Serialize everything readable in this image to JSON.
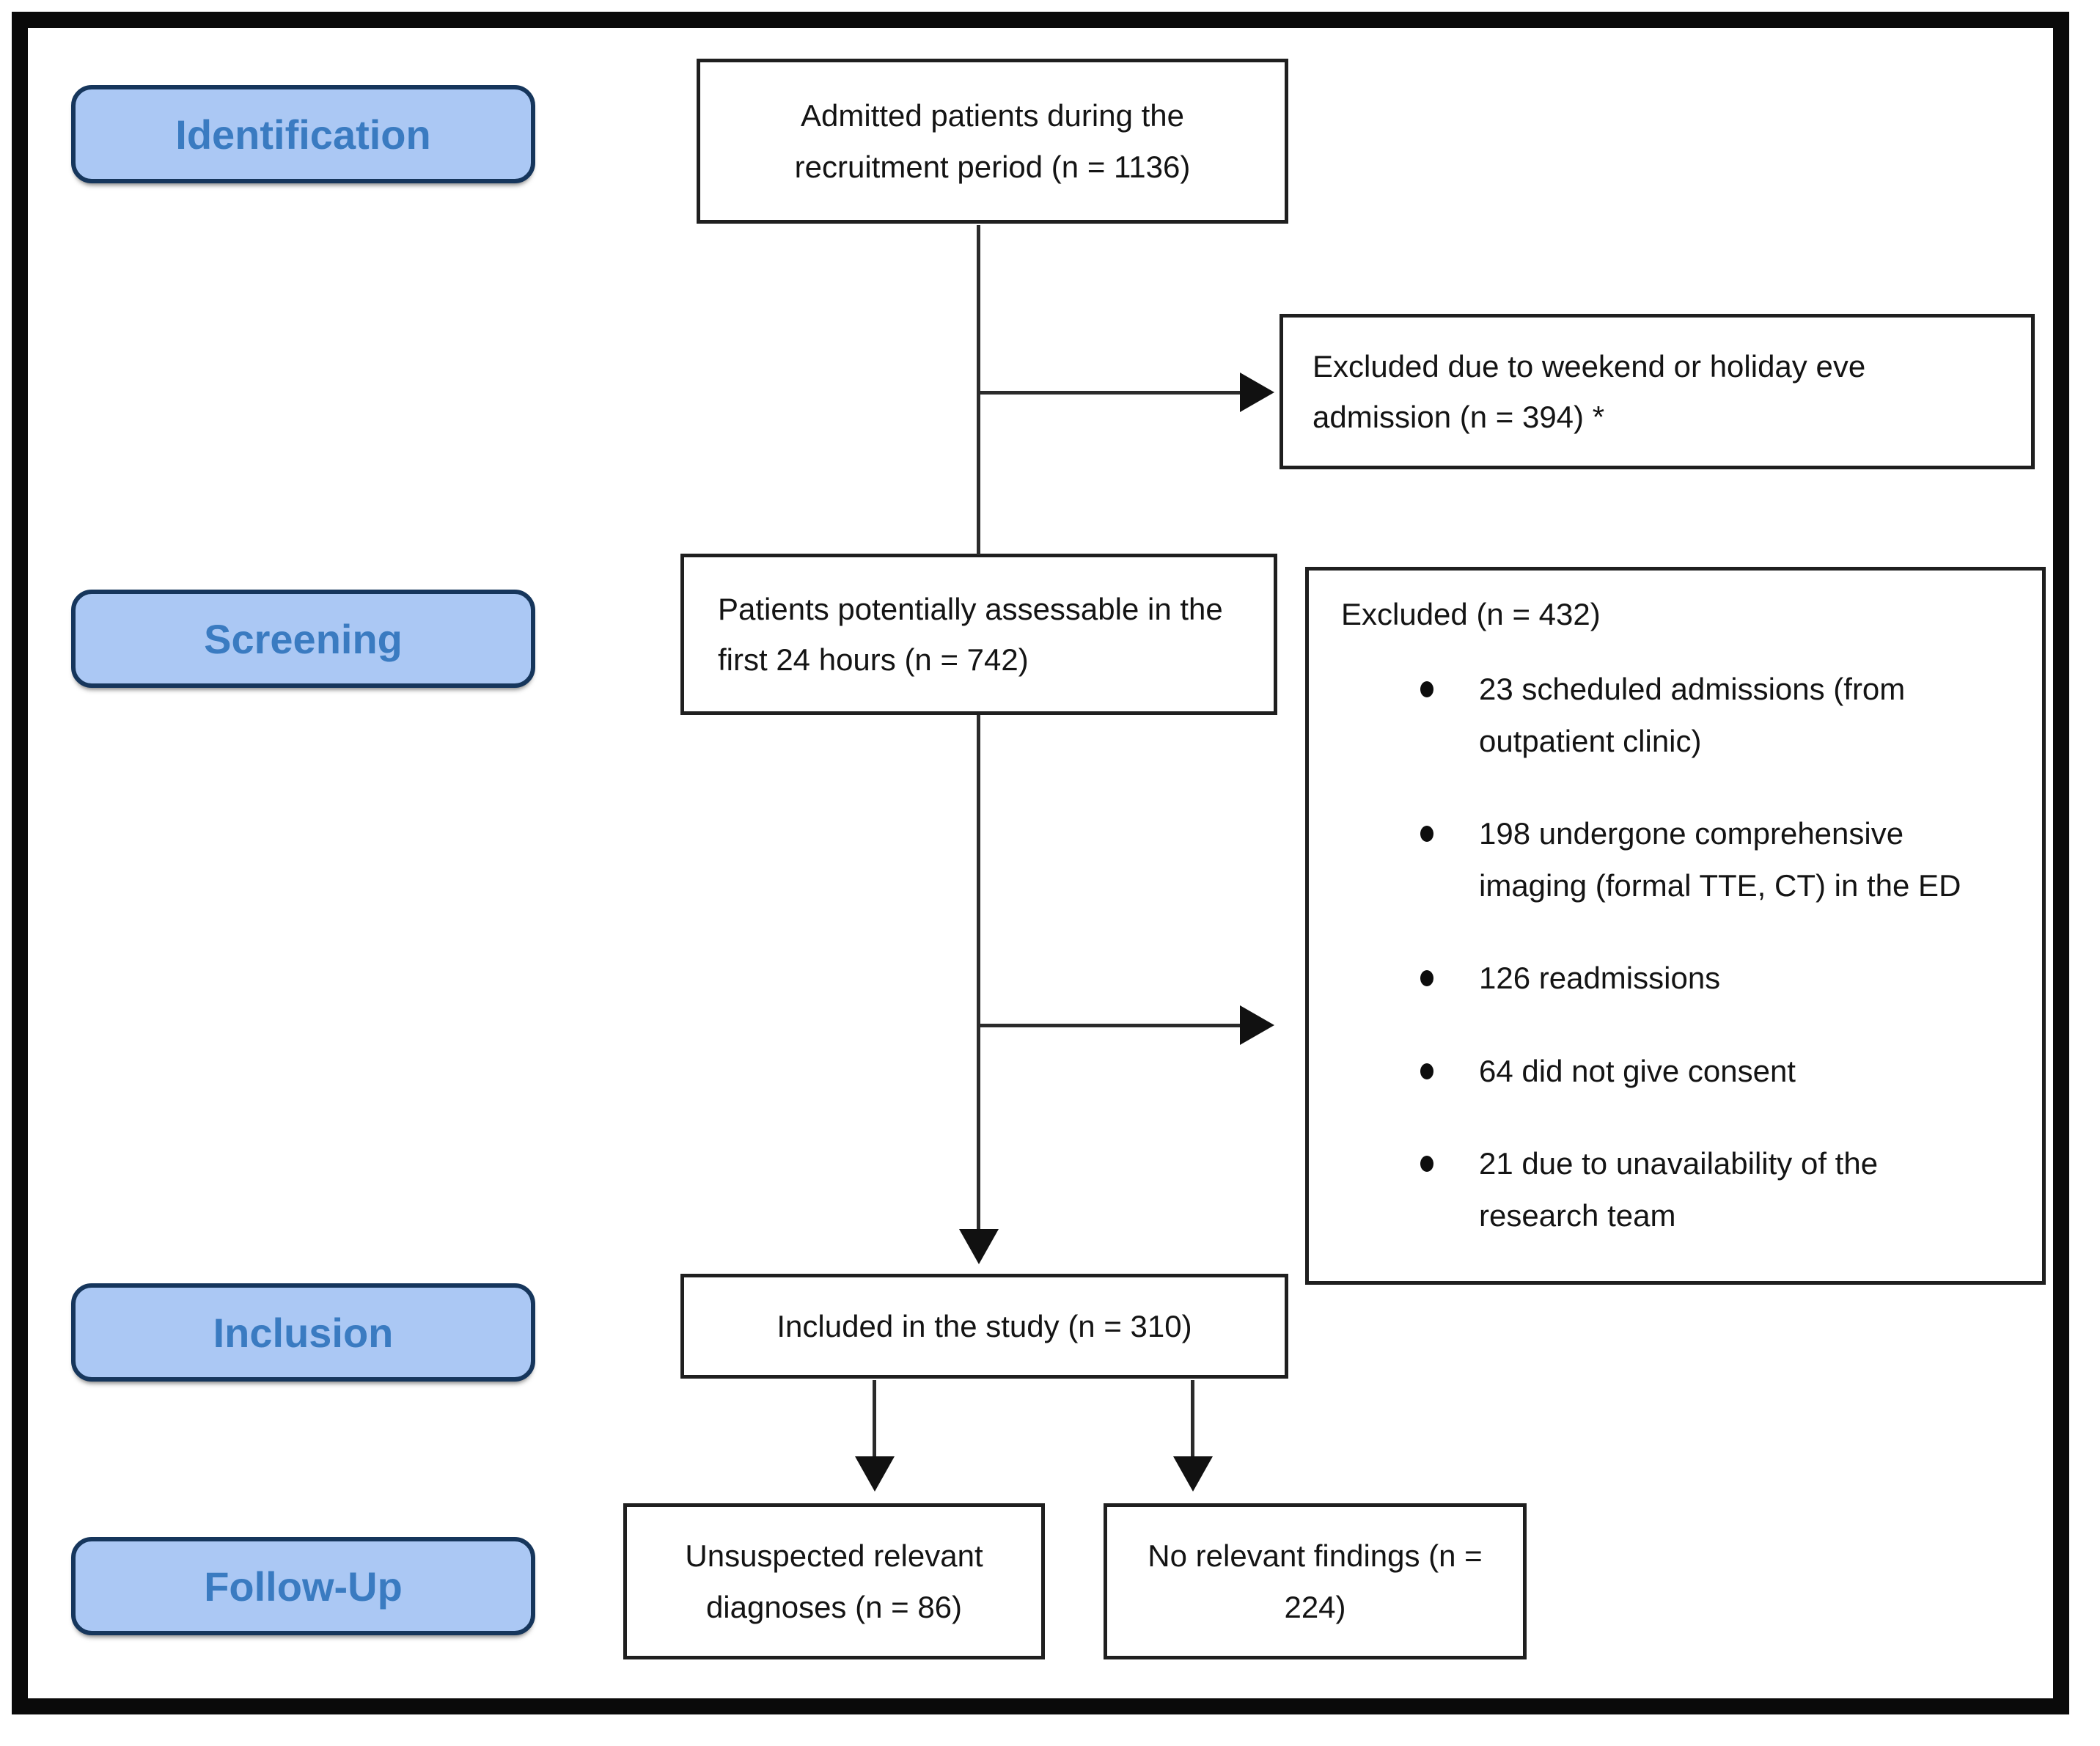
{
  "figure": {
    "type": "study-flow-diagram",
    "stages": [
      {
        "label": "Identification"
      },
      {
        "label": "Screening"
      },
      {
        "label": "Inclusion"
      },
      {
        "label": "Follow-Up"
      }
    ],
    "nodes": {
      "admitted": {
        "text": "Admitted patients during the recruitment period (n = 1136)"
      },
      "excluded_weekend": {
        "text": "Excluded due to weekend or holiday eve admission (n = 394) *"
      },
      "assessable": {
        "text": "Patients potentially assessable in the first 24 hours (n = 742)"
      },
      "excluded_detail": {
        "title": "Excluded (n = 432)",
        "items": [
          "23 scheduled admissions (from outpatient clinic)",
          "198 undergone comprehensive imaging (formal TTE, CT) in the ED",
          "126 readmissions",
          "64 did not give consent",
          "21 due to unavailability of the research team"
        ]
      },
      "included": {
        "text": "Included in the study (n = 310)"
      },
      "unsuspected": {
        "text": "Unsuspected relevant diagnoses (n = 86)"
      },
      "no_findings": {
        "text": "No relevant findings (n = 224)"
      }
    },
    "colors": {
      "stage_fill": "#abc8f4",
      "stage_border": "#16365c",
      "stage_text": "#3a7bc1",
      "box_border": "#1f1f1f",
      "connector": "#2b2b2b",
      "frame": "#0a0a0a"
    }
  }
}
